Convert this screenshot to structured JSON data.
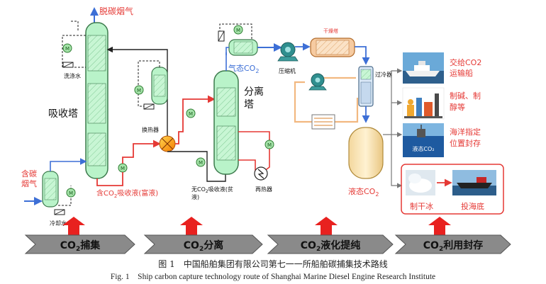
{
  "labels": {
    "flue_out": "脱碳烟气",
    "wash_water": "洗涤水",
    "absorber": "吸收塔",
    "inlet_gas": [
      "含碳",
      "烟气"
    ],
    "cooling_water": "冷却水",
    "heat_exchanger": "换热器",
    "rich_solution": [
      "含CO",
      "2",
      "吸收液(富液)"
    ],
    "lean_solution": [
      "无CO",
      "2",
      "吸收液(贫",
      "液)"
    ],
    "reboiler": "再热器",
    "separator": [
      "分离",
      "塔"
    ],
    "gas_co2": [
      "气态CO",
      "2"
    ],
    "compressor": "压缩机",
    "dryer": "干燥塔",
    "subcooler": "过冷器",
    "liquid_co2": [
      "液态CO",
      "2"
    ],
    "ship_delivery": [
      "交给CO2",
      "运输船"
    ],
    "soda_methanol": [
      "制碱、制",
      "醇等"
    ],
    "ocean_storage": [
      "海洋指定",
      "位置封存"
    ],
    "dry_ice": "制干冰",
    "sea_dump": "投海底"
  },
  "stages": [
    {
      "text": "CO",
      "sub": "2",
      "rest": "捕集"
    },
    {
      "text": "CO",
      "sub": "2",
      "rest": "分离"
    },
    {
      "text": "CO",
      "sub": "2",
      "rest": "液化提纯"
    },
    {
      "text": "CO",
      "sub": "2",
      "rest": "利用封存"
    }
  ],
  "caption_cn": "图 1　中国船舶集团有限公司第七一一所船舶碳捕集技术路线",
  "caption_en": "Fig. 1　Ship carbon capture technology route of Shanghai Marine Diesel Engine Research Institute",
  "colors": {
    "vessel_fill": "#b9f3c9",
    "vessel_stroke": "#3c7a4c",
    "rich_line": "#e53935",
    "gas_line": "#3d6fd6",
    "label_red": "#e53935",
    "stage_band": "#8a8a8a",
    "arrow_red": "#e8211f"
  }
}
